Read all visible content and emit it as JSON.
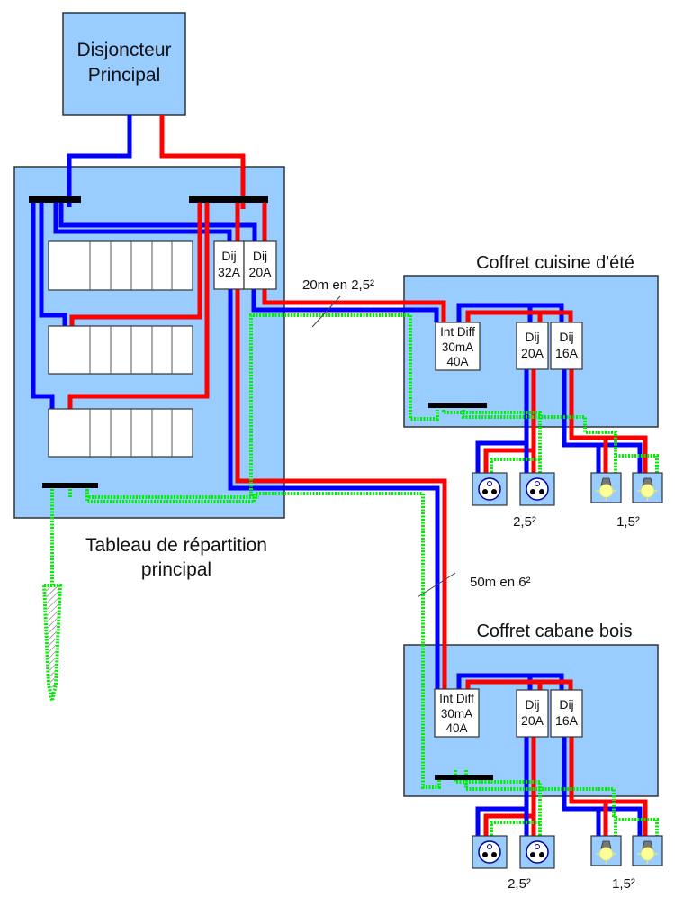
{
  "title": "Schéma électrique - distribution vers coffrets",
  "colors": {
    "panel_fill": "#99ccff",
    "phase": "#ff0000",
    "neutral": "#0000ff",
    "earth": "#00ee00",
    "busbar": "#000000",
    "breaker_fill": "#ffffff"
  },
  "main_breaker": {
    "line1": "Disjoncteur",
    "line2": "Principal"
  },
  "main_panel": {
    "title_line1": "Tableau de répartition",
    "title_line2": "principal",
    "breakers": [
      {
        "line1": "Dij",
        "line2": "32A"
      },
      {
        "line1": "Dij",
        "line2": "20A"
      }
    ],
    "module_rows": 3
  },
  "cables": [
    {
      "label": "20m en 2,5²"
    },
    {
      "label": "50m en 6²"
    }
  ],
  "sub_panels": [
    {
      "title": "Coffret cuisine d'été",
      "rcd": {
        "line1": "Int Diff",
        "line2": "30mA",
        "line3": "40A"
      },
      "breakers": [
        {
          "line1": "Dij",
          "line2": "20A"
        },
        {
          "line1": "Dij",
          "line2": "16A"
        }
      ],
      "outlets_label": "2,5²",
      "lights_label": "1,5²"
    },
    {
      "title": "Coffret cabane bois",
      "rcd": {
        "line1": "Int Diff",
        "line2": "30mA",
        "line3": "40A"
      },
      "breakers": [
        {
          "line1": "Dij",
          "line2": "20A"
        },
        {
          "line1": "Dij",
          "line2": "16A"
        }
      ],
      "outlets_label": "2,5²",
      "lights_label": "1,5²"
    }
  ],
  "icons": {
    "outlet": "socket-outlet-icon",
    "light": "light-bulb-icon",
    "earth_rod": "earth-rod-icon"
  }
}
